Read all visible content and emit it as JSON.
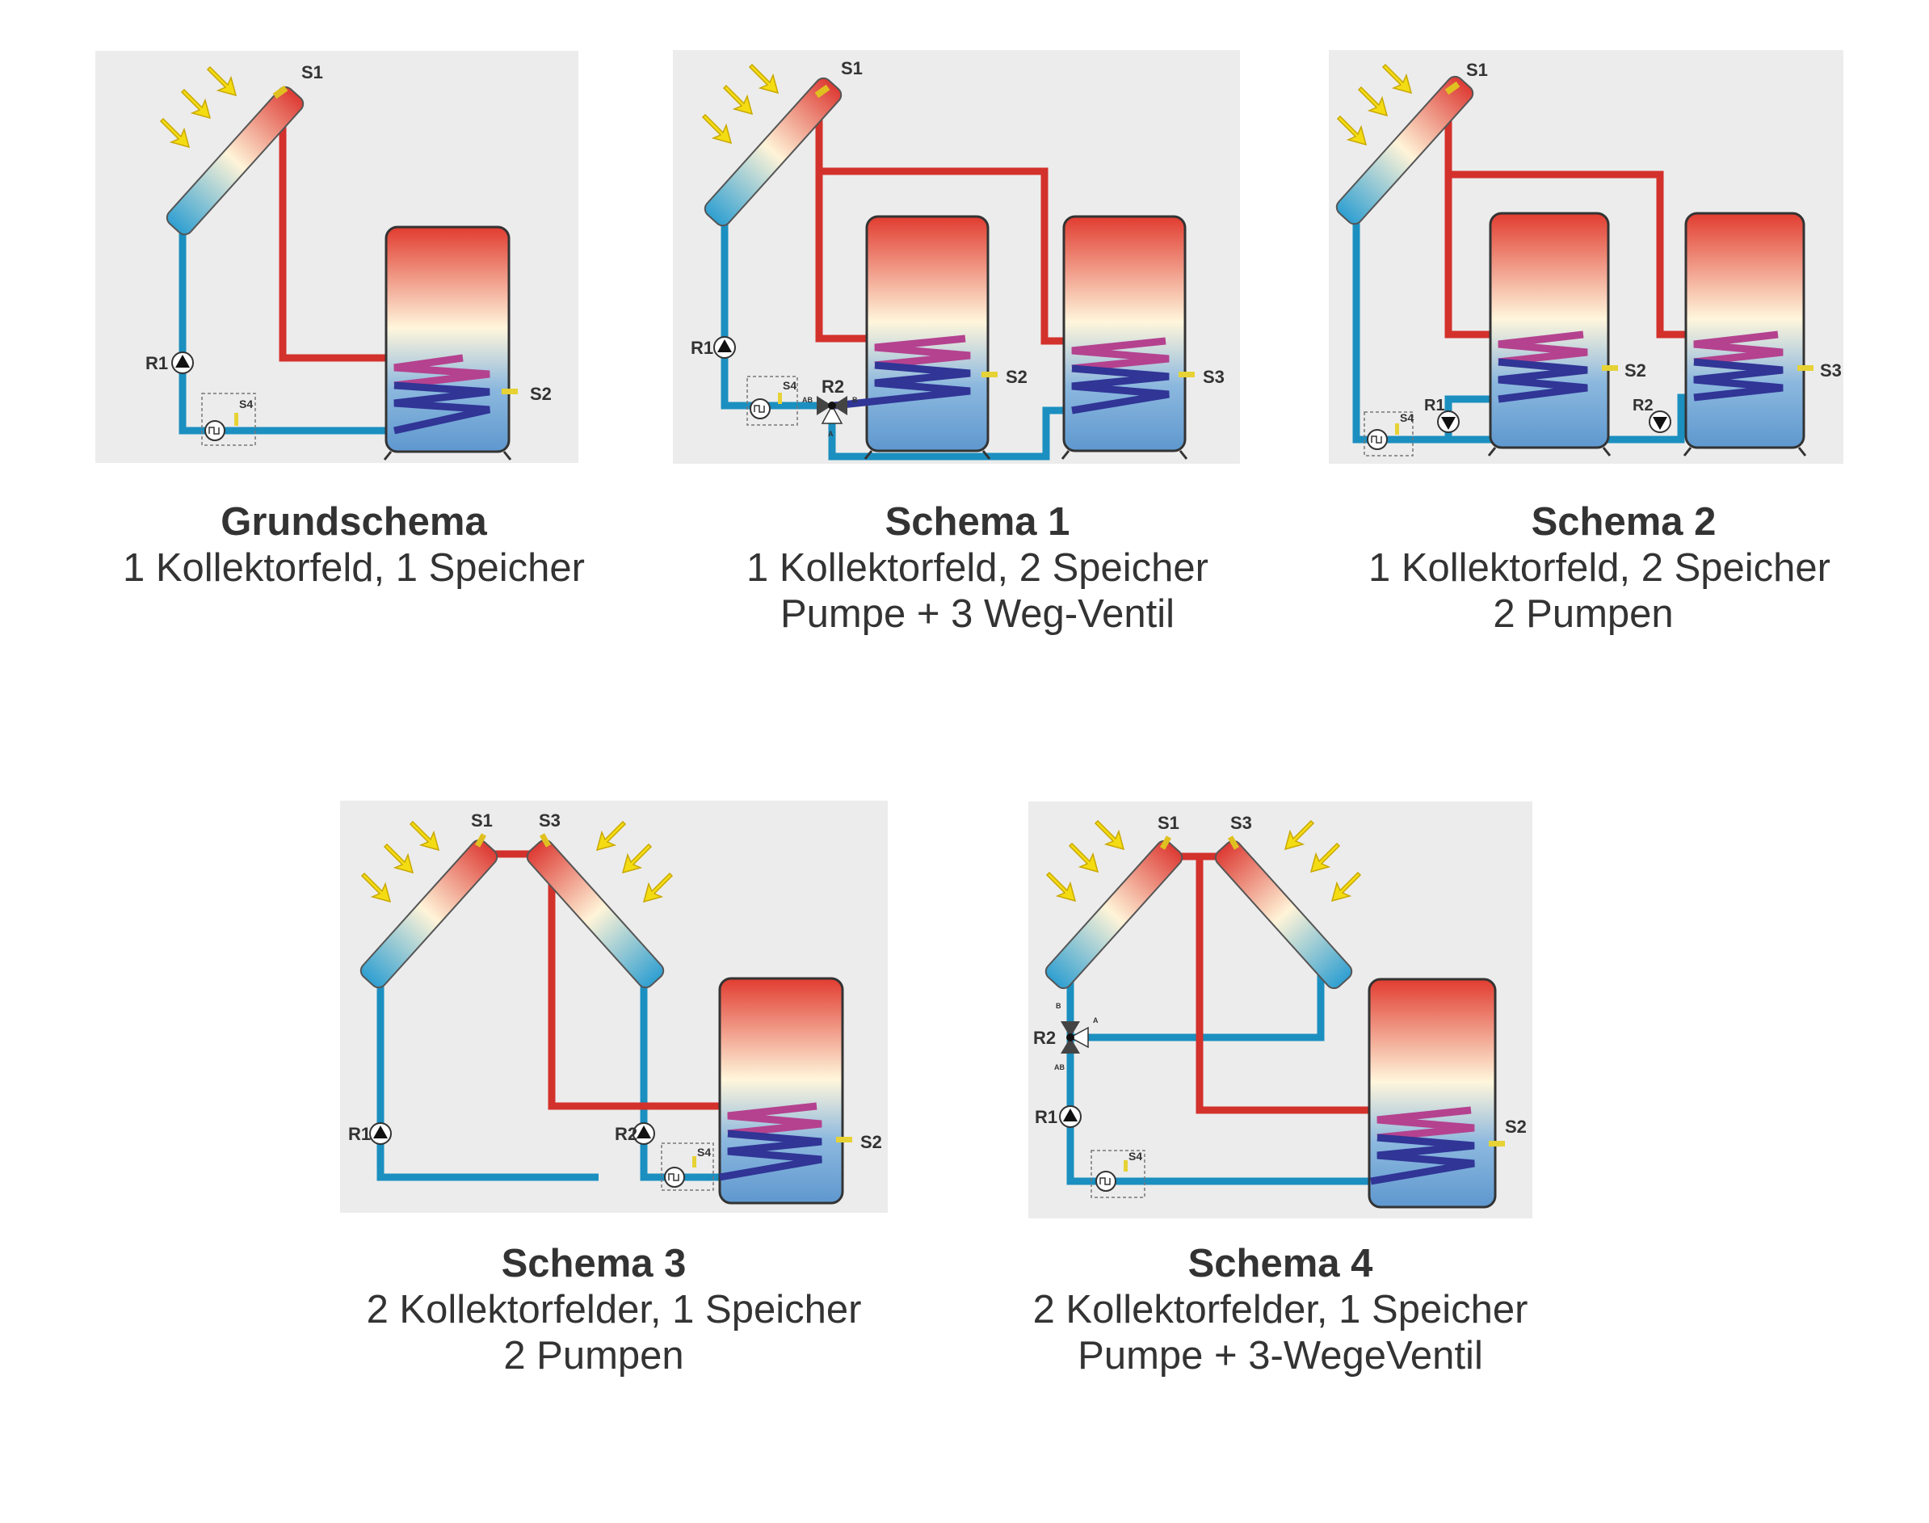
{
  "colors": {
    "panel_bg": "#ececec",
    "hot_pipe": "#d3312b",
    "cold_pipe": "#1b8fc0",
    "arrow": "#f4dc13",
    "coil": "#b4428f",
    "coil_dark": "#303596",
    "tank_water": "#6aa2d3"
  },
  "schemas": [
    {
      "title": "Grundschema",
      "lines": [
        "1 Kollektorfeld, 1 Speicher"
      ],
      "labels": {
        "s1": "S1",
        "s2": "S2",
        "s4": "S4",
        "r1": "R1"
      }
    },
    {
      "title": "Schema 1",
      "lines": [
        "1 Kollektorfeld, 2 Speicher",
        "Pumpe + 3 Weg-Ventil"
      ],
      "labels": {
        "s1": "S1",
        "s2": "S2",
        "s3": "S3",
        "s4": "S4",
        "r1": "R1",
        "r2": "R2",
        "ab": "AB",
        "a": "A",
        "b": "B"
      }
    },
    {
      "title": "Schema 2",
      "lines": [
        "1 Kollektorfeld, 2 Speicher",
        "2 Pumpen"
      ],
      "labels": {
        "s1": "S1",
        "s2": "S2",
        "s3": "S3",
        "s4": "S4",
        "r1": "R1",
        "r2": "R2"
      }
    },
    {
      "title": "Schema 3",
      "lines": [
        "2 Kollektorfelder, 1 Speicher",
        "2 Pumpen"
      ],
      "labels": {
        "s1": "S1",
        "s2": "S2",
        "s3": "S3",
        "s4": "S4",
        "r1": "R1",
        "r2": "R2"
      }
    },
    {
      "title": "Schema 4",
      "lines": [
        "2 Kollektorfelder, 1 Speicher",
        "Pumpe + 3-WegeVentil"
      ],
      "labels": {
        "s1": "S1",
        "s2": "S2",
        "s3": "S3",
        "s4": "S4",
        "r1": "R1",
        "r2": "R2",
        "ab": "AB",
        "a": "A",
        "b": "B"
      }
    }
  ]
}
